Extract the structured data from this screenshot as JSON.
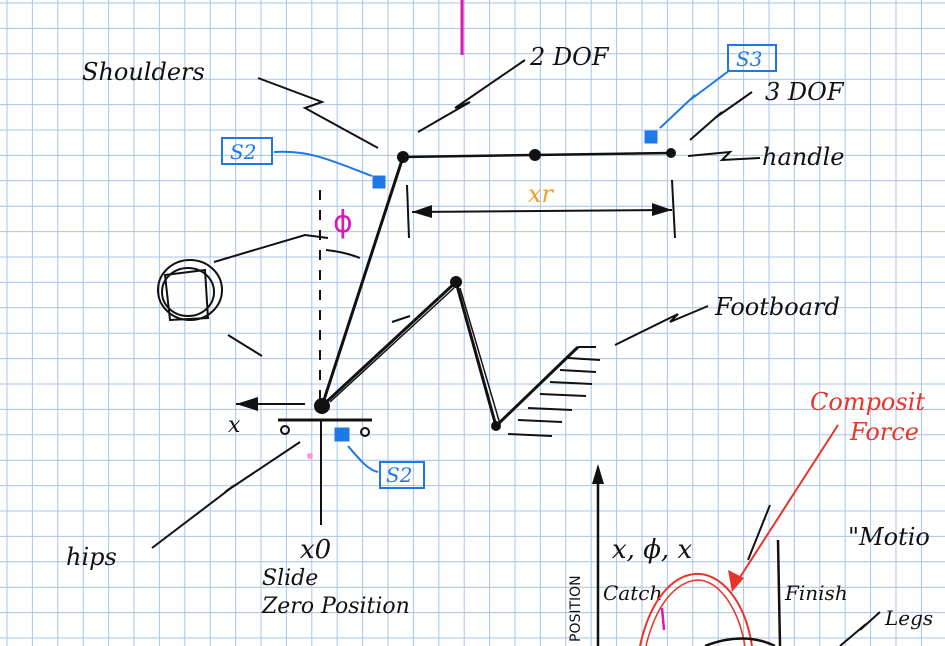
{
  "labels": {
    "shoulders": "Shoulders",
    "two_dof": "2 DOF",
    "s3": "S3",
    "three_dof": "3 DOF",
    "handle": "handle",
    "s2_top": "S2",
    "phi": "ϕ",
    "xr": "xr",
    "footboard": "Footboard",
    "x_arrow": "x",
    "s2_bottom": "S2",
    "composite": "Composit",
    "force": "Force",
    "hips": "hips",
    "x0": "x0",
    "slide": "Slide",
    "zero_position": "Zero Position",
    "axis_vars": "x, ϕ, x",
    "position_vertical": "POSITION",
    "catch": "Catch",
    "finish": "Finish",
    "motion": "\"Motio",
    "legs": "Legs"
  },
  "colors": {
    "grid": "#a9c4ea",
    "ink": "#111111",
    "blue": "#1e78e6",
    "magenta": "#d81bb6",
    "orange": "#f0a020",
    "red": "#e8352a"
  }
}
